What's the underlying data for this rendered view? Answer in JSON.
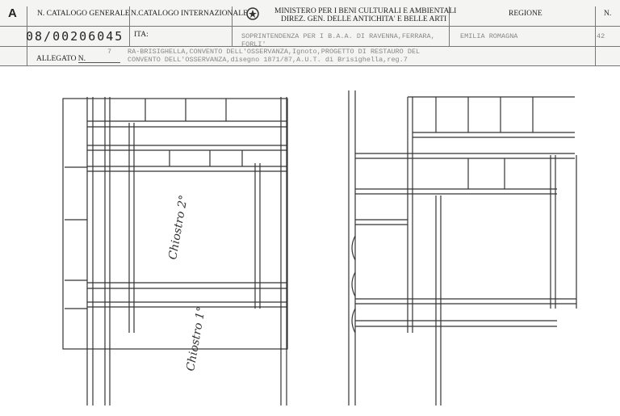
{
  "header": {
    "section_letter": "A",
    "catalogo_generale_label": "N. CATALOGO GENERALE",
    "catalogo_internazionale_label": "N.CATALOGO INTERNAZIONALE",
    "ministero_line1": "MINISTERO PER I BENI CULTURALI E AMBIENTALI",
    "ministero_line2": "DIREZ. GEN. DELLE ANTICHITA' E BELLE ARTI",
    "regione_label": "REGIONE",
    "n_label": "N.",
    "emblem_icon": "italian-republic-emblem"
  },
  "record": {
    "catalogo_generale": "08/00206045",
    "catalogo_internazionale": "ITA:",
    "soprintendenza_line1": "SOPRINTENDENZA PER I B.A.A. DI RAVENNA,FERRARA,",
    "soprintendenza_line2": "FORLI'",
    "regione": "EMILIA ROMAGNA",
    "n": "42",
    "allegato_label": "ALLEGATO N.",
    "allegato": "7",
    "description_line1": "RA-BRISIGHELLA,CONVENTO DELL'OSSERVANZA,Ignoto,PROGETTO DI RESTAURO DEL",
    "description_line2": "CONVENTO DELL'OSSERVANZA,disegno 1871/87,A.U.T. di Brisighella,reg.7"
  },
  "drawing": {
    "label_chiostro_2": "Chiostro 2°",
    "label_chiostro_1": "Chiostro 1°"
  }
}
